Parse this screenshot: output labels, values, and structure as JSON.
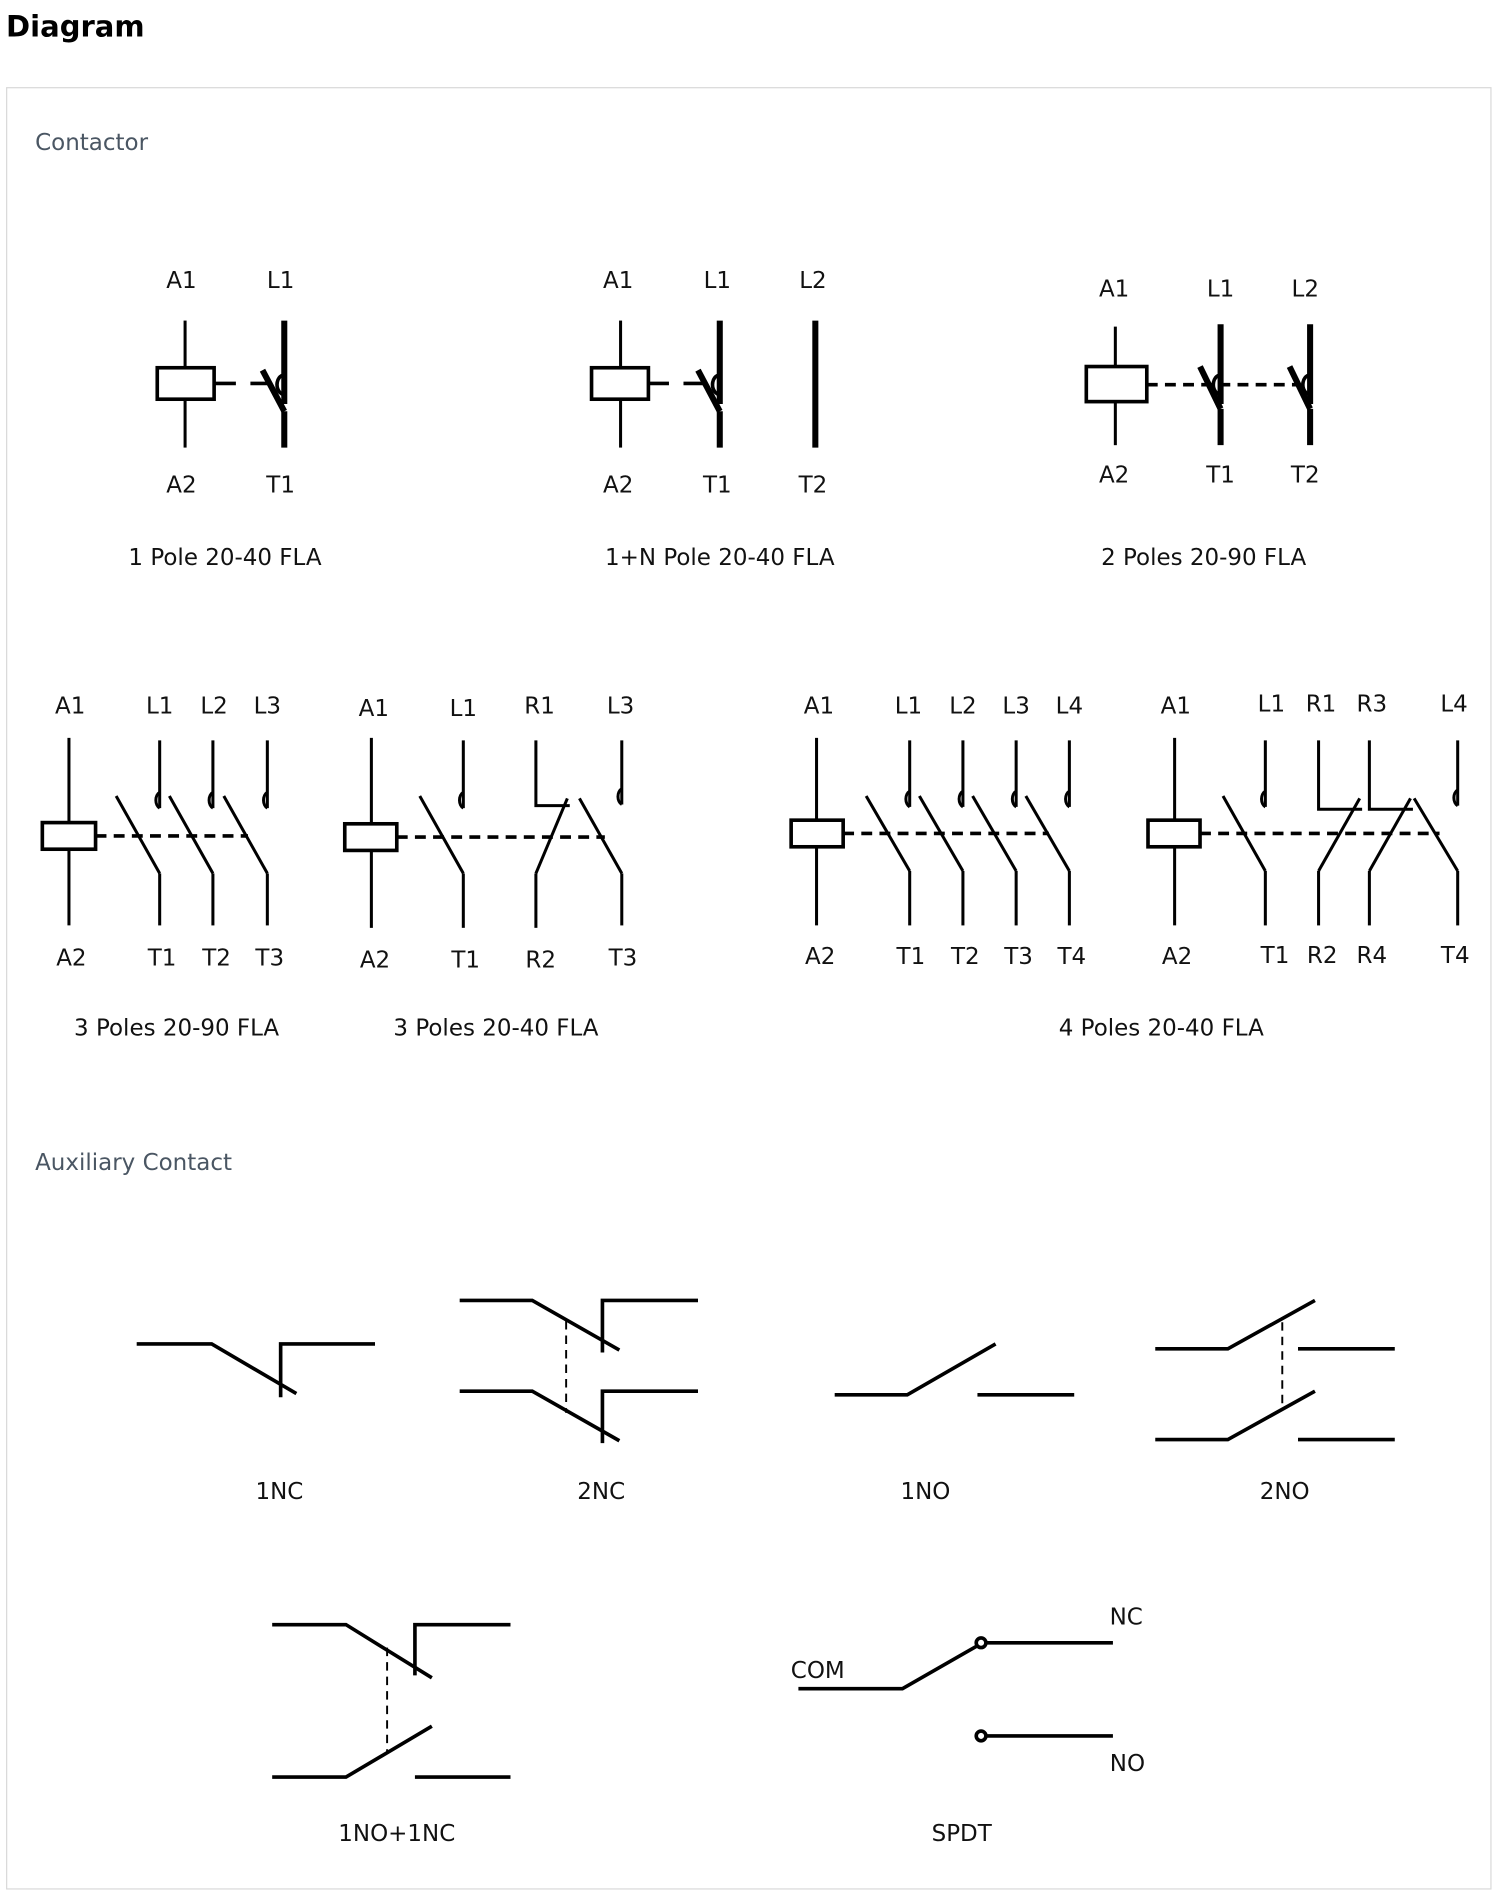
{
  "page_title": "Diagram",
  "sections": {
    "contactor": "Contactor",
    "auxiliary": "Auxiliary Contact"
  },
  "contactor": [
    {
      "caption": "1 Pole 20-40 FLA",
      "top": [
        "A1",
        "L1"
      ],
      "bottom": [
        "A2",
        "T1"
      ]
    },
    {
      "caption": "1+N Pole 20-40 FLA",
      "top": [
        "A1",
        "L1",
        "L2"
      ],
      "bottom": [
        "A2",
        "T1",
        "T2"
      ]
    },
    {
      "caption": "2 Poles 20-90 FLA",
      "top": [
        "A1",
        "L1",
        "L2"
      ],
      "bottom": [
        "A2",
        "T1",
        "T2"
      ]
    },
    {
      "caption": "3 Poles 20-90 FLA",
      "top": [
        "A1",
        "L1",
        "L2",
        "L3"
      ],
      "bottom": [
        "A2",
        "T1",
        "T2",
        "T3"
      ]
    },
    {
      "caption": "3 Poles 20-40 FLA",
      "top": [
        "A1",
        "L1",
        "R1",
        "L3"
      ],
      "bottom": [
        "A2",
        "T1",
        "R2",
        "T3"
      ]
    },
    {
      "caption": "4 Poles 20-40 FLA",
      "top_a": [
        "A1",
        "L1",
        "L2",
        "L3",
        "L4"
      ],
      "bottom_a": [
        "A2",
        "T1",
        "T2",
        "T3",
        "T4"
      ],
      "top_b": [
        "A1",
        "L1",
        "R1",
        "R3",
        "L4"
      ],
      "bottom_b": [
        "A2",
        "T1",
        "R2",
        "R4",
        "T4"
      ]
    }
  ],
  "auxiliary": [
    {
      "caption": "1NC"
    },
    {
      "caption": "2NC"
    },
    {
      "caption": "1NO"
    },
    {
      "caption": "2NO"
    },
    {
      "caption": "1NO+1NC"
    },
    {
      "caption": "SPDT",
      "com": "COM",
      "nc": "NC",
      "no": "NO"
    }
  ]
}
